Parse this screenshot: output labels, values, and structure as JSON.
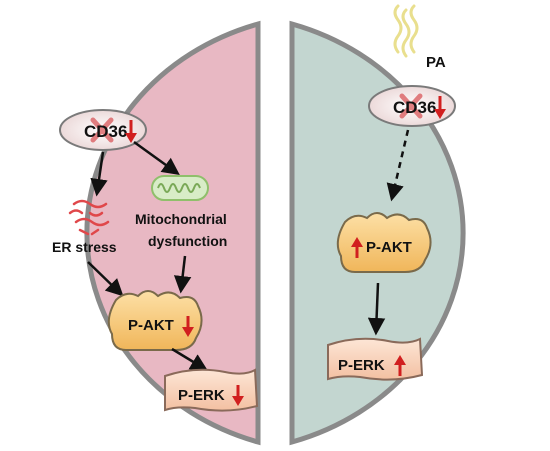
{
  "left_panel": {
    "receptor": "CD36",
    "receptor_arrow": "down",
    "er_stress_label": "ER stress",
    "mito_label_line1": "Mitochondrial",
    "mito_label_line2": "dysfunction",
    "pakt_label": "P-AKT",
    "pakt_arrow": "down",
    "perk_label": "P-ERK",
    "perk_arrow": "down"
  },
  "right_panel": {
    "ligand_label": "PA",
    "receptor": "CD36",
    "receptor_arrow": "down",
    "pakt_label": "P-AKT",
    "pakt_arrow": "up",
    "perk_label": "P-ERK",
    "perk_arrow": "up"
  },
  "colors": {
    "left_fill": "#e8b8c3",
    "right_fill": "#c3d6d0",
    "rim": "#8a8a8a",
    "receptor_fill": "#f3e6e6",
    "receptor_x": "#d9575a",
    "down_up_arrow": "#d11f1f",
    "mito": "#8fbf6b",
    "er": "#e0474a",
    "pakt_fill": "#f3c36e",
    "perk_fill": "#f6cdb2",
    "ligand": "#e9df8e"
  }
}
